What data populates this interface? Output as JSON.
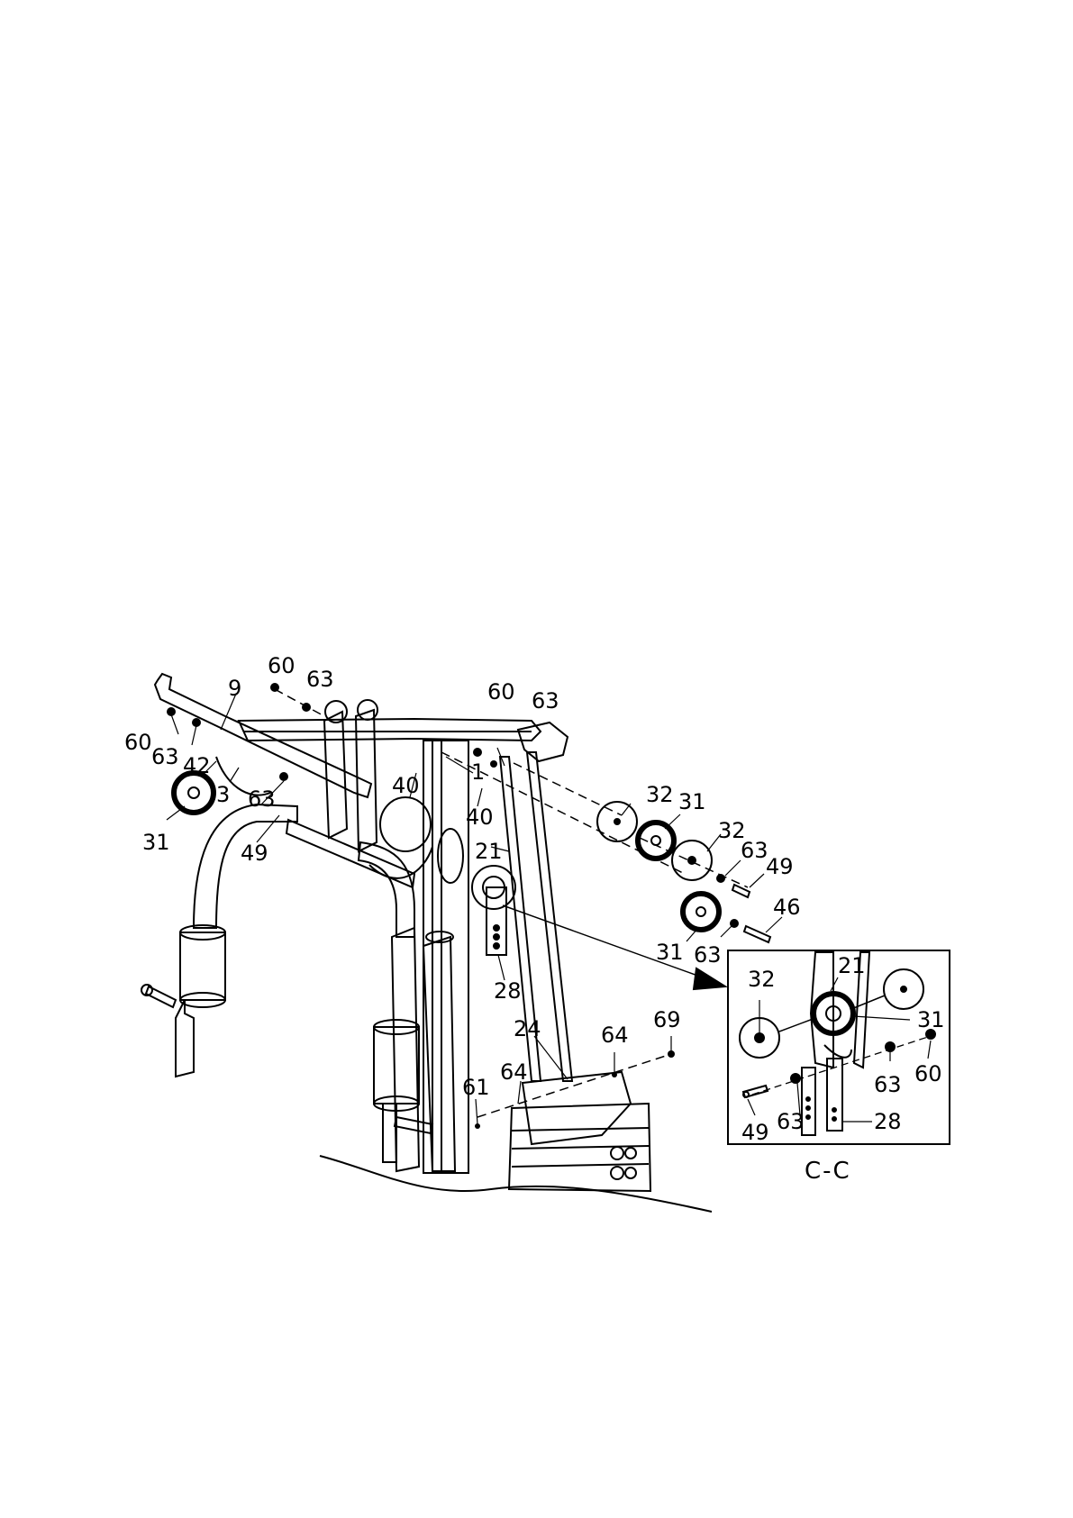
{
  "diagram": {
    "part_labels": {
      "p60a": "60",
      "p63a": "63",
      "p9": "9",
      "p60b": "60",
      "p63b": "63",
      "p42": "42",
      "p3": "3",
      "p31a": "31",
      "p63c": "63",
      "p49a": "49",
      "p40a": "40",
      "p1": "1",
      "p40b": "40",
      "p60c": "60",
      "p63d": "63",
      "p21a": "21",
      "p32a": "32",
      "p31b": "31",
      "p32b": "32",
      "p63e": "63",
      "p49b": "49",
      "p46": "46",
      "p31c": "31",
      "p63f": "63",
      "p28a": "28",
      "p24": "24",
      "p64a": "64",
      "p69": "69",
      "p61": "61",
      "p64b": "64"
    },
    "detail": {
      "title": "C-C",
      "labels": {
        "d32": "32",
        "d21": "21",
        "d31": "31",
        "d63a": "63",
        "d60": "60",
        "d49": "49",
        "d63b": "63",
        "d28": "28"
      }
    }
  }
}
